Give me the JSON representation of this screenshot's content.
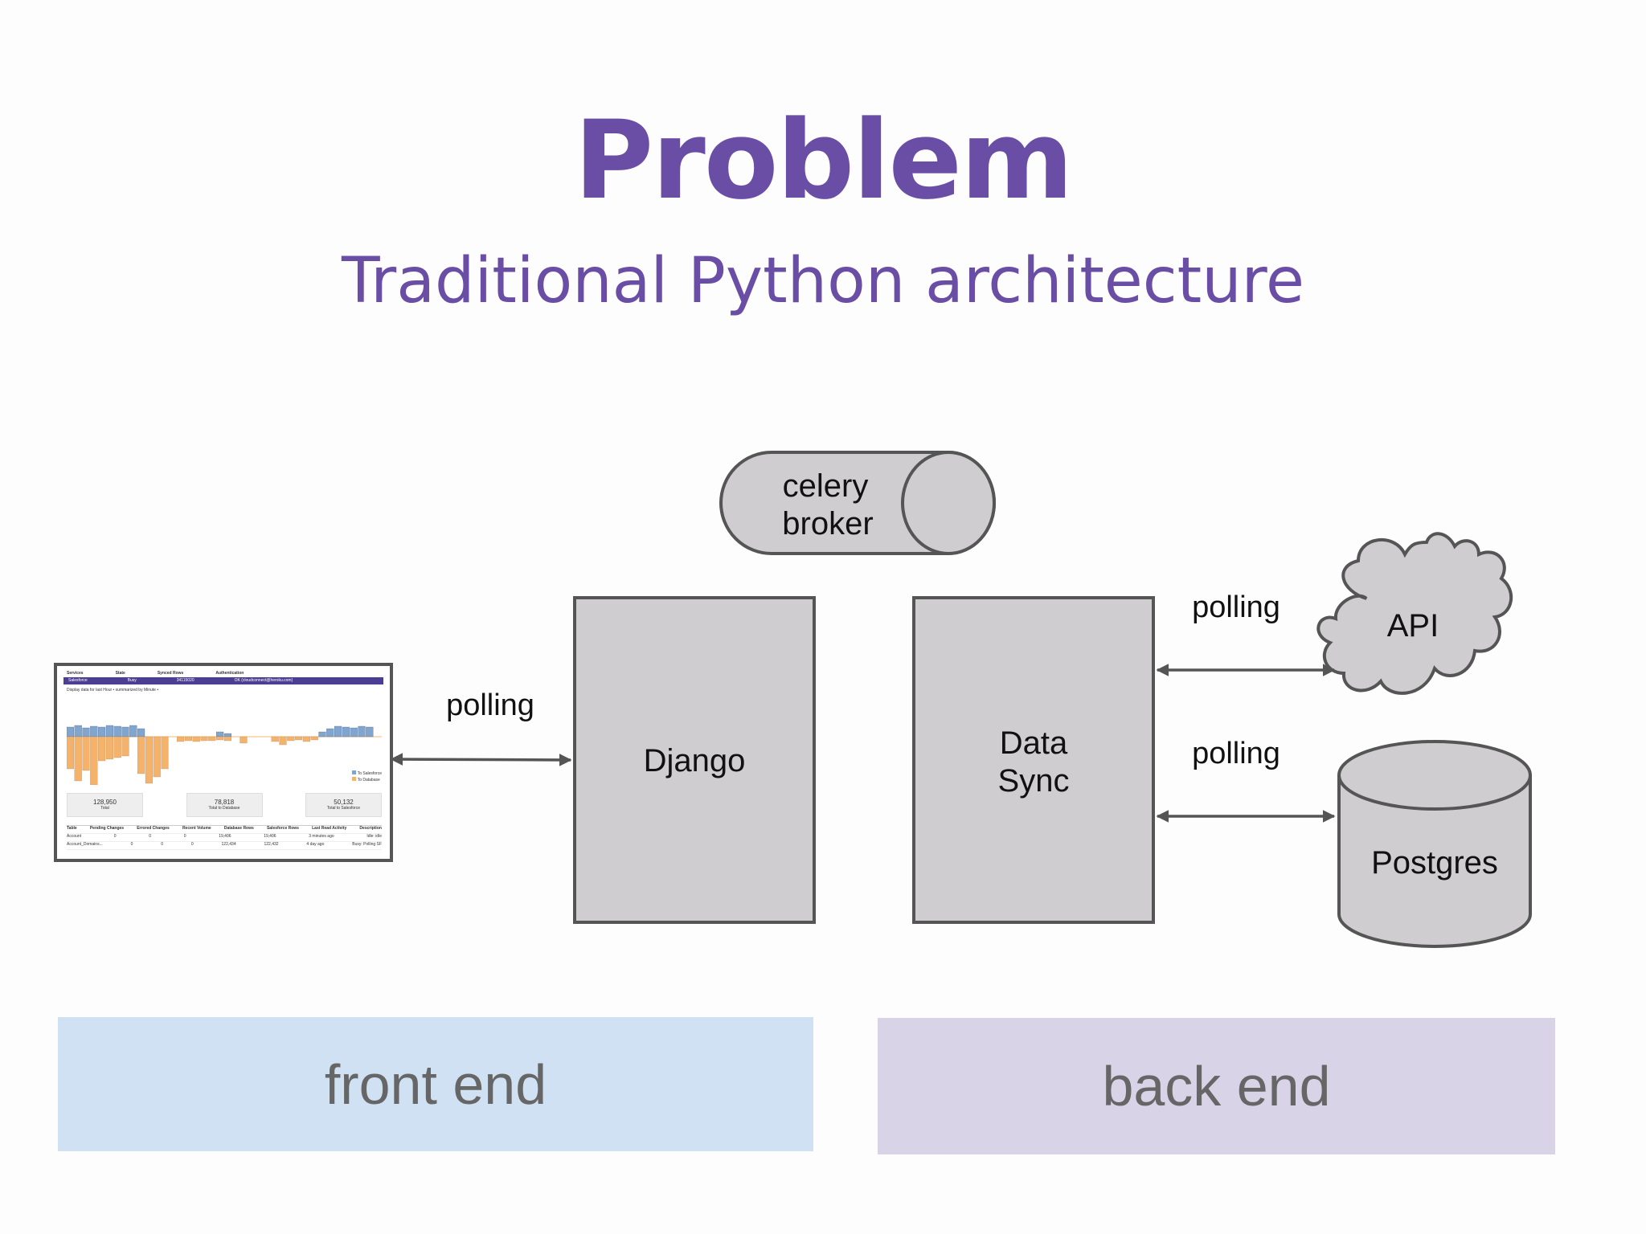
{
  "title": "Problem",
  "subtitle": "Traditional Python architecture",
  "nodes": {
    "celery_broker": {
      "line1": "celery",
      "line2": "broker"
    },
    "django": "Django",
    "data_sync": {
      "line1": "Data",
      "line2": "Sync"
    },
    "api": "API",
    "postgres": "Postgres"
  },
  "edges": {
    "frontend_django": "polling",
    "datasync_api": "polling",
    "datasync_postgres": "polling"
  },
  "bands": {
    "front": "front end",
    "back": "back end"
  },
  "screenshot": {
    "headers": [
      "Services",
      "State",
      "Synced Rows",
      "Authentication"
    ],
    "row": [
      "Salesforce",
      "Busy",
      "34115020",
      "OK (cloudconnect@heroku.com)"
    ],
    "caption": "Display data for last Hour • summarized by Minute •",
    "legend": [
      "To Salesforce",
      "To Database"
    ],
    "stats": [
      {
        "value": "128,950",
        "label": "Total"
      },
      {
        "value": "78,818",
        "label": "Total to Database"
      },
      {
        "value": "50,132",
        "label": "Total to Salesforce"
      }
    ],
    "table_headers": [
      "Table",
      "Pending Changes",
      "Errored Changes",
      "Recent Volume",
      "Database Rows",
      "Salesforce Rows",
      "Last Read Activity",
      "Description"
    ],
    "table_rows": [
      [
        "Account",
        "0",
        "0",
        "0",
        "19,406",
        "19,406",
        "3 minutes ago",
        "Idle: idle"
      ],
      [
        "Account_Domains...",
        "0",
        "0",
        "0",
        "122,434",
        "122,432",
        "4 day ago",
        "Busy: Polling SF"
      ]
    ],
    "colors": {
      "to_salesforce": "#7ea6cf",
      "to_database": "#f4b26a"
    }
  },
  "colors": {
    "title": "#6a4ea6",
    "node_fill": "#cfcdd0",
    "node_stroke": "#555555",
    "front_band": "#cfe1f2",
    "back_band": "#d9d3e7"
  }
}
